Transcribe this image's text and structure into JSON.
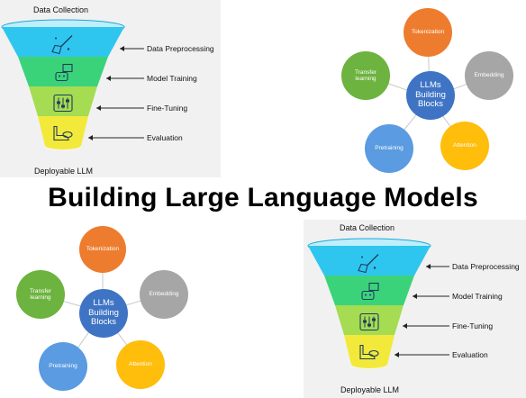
{
  "title": "Building Large Language Models",
  "funnel": {
    "top_label": "Data Collection",
    "stages": [
      {
        "label": "Data Preprocessing",
        "icon": "broom-icon",
        "color": "#2ec6ef"
      },
      {
        "label": "Model Training",
        "icon": "robot-icon",
        "color": "#3bd37a"
      },
      {
        "label": "Fine-Tuning",
        "icon": "sliders-icon",
        "color": "#a5dc52"
      },
      {
        "label": "Evaluation",
        "icon": "hand-icon",
        "color": "#f2e93a"
      }
    ],
    "bottom_label": "Deployable LLM"
  },
  "blocks": {
    "center": "LLMs\nBuilding\nBlocks",
    "center_color": "#3f74c4",
    "items": [
      {
        "label": "Tokenization",
        "color": "#ee7c2f"
      },
      {
        "label": "Embedding",
        "color": "#a6a6a6"
      },
      {
        "label": "Attention",
        "color": "#ffbd0c"
      },
      {
        "label": "Pretraining",
        "color": "#5a9be1"
      },
      {
        "label": "Transfer\nlearning",
        "color": "#6db33f"
      }
    ]
  }
}
